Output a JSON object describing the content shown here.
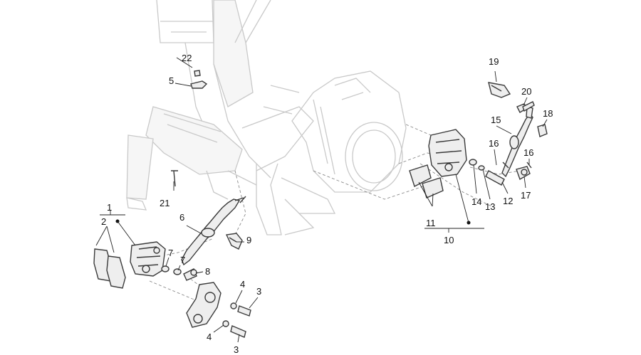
{
  "callouts": {
    "c1": "1",
    "c2": "2",
    "c3a": "3",
    "c3b": "3",
    "c4a": "4",
    "c4b": "4",
    "c5": "5",
    "c6": "6",
    "c7a": "7",
    "c7b": "7",
    "c8": "8",
    "c9": "9",
    "c10": "10",
    "c11": "11",
    "c12": "12",
    "c13": "13",
    "c14": "14",
    "c15": "15",
    "c16a": "16",
    "c16b": "16",
    "c17": "17",
    "c18": "18",
    "c19": "19",
    "c20": "20",
    "c21": "21",
    "c22": "22"
  }
}
